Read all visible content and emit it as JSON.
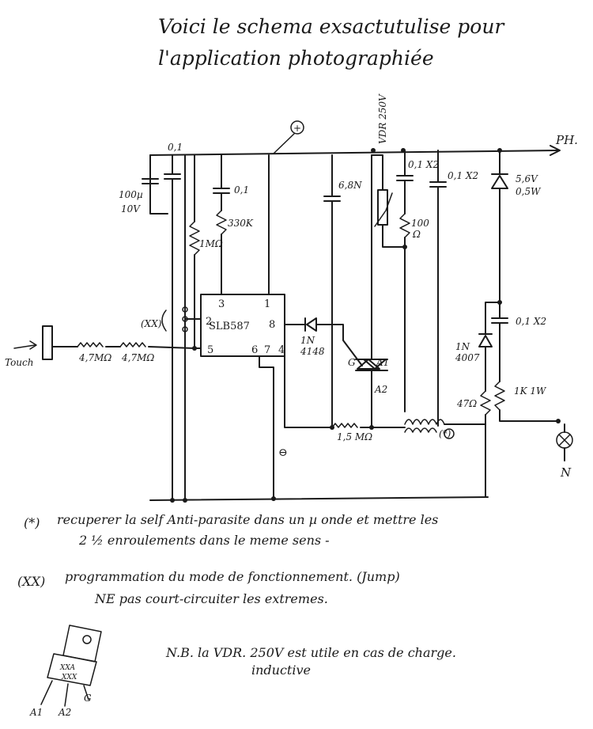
{
  "title": {
    "line1": "Voici le schema exsactutulise pour",
    "line2": "l'application photographiée"
  },
  "labels": {
    "plus_symbol": "+",
    "minus_symbol": "⊖",
    "ph": "PH.",
    "n": "N",
    "touch": "Touch",
    "vdr": "VDR 250V",
    "c_01_top": "0,1",
    "c_100u": "100µ",
    "c_10v": "10V",
    "r_1m": "1MΩ",
    "c_01_rc": "0,1",
    "r_330k": "330K",
    "c_6n8": "6,8N",
    "c_01x2_a": "0,1 X2",
    "r_100": "100",
    "r_100_unit": "Ω",
    "c_01x2_b": "0,1 X2",
    "z_56v": "5,6V",
    "z_05w": "0,5W",
    "c_01x2_c": "0,1 X2",
    "d_1n4007_a": "1N",
    "d_1n4007_b": "4007",
    "r_1k": "1K 1W",
    "r_47": "47Ω",
    "d_1n4148_a": "1N",
    "d_1n4148_b": "4148",
    "xx": "(XX)",
    "r_47m_a": "4,7MΩ",
    "r_47m_b": "4,7MΩ",
    "r_15m": "1,5 MΩ",
    "star": "(*)",
    "g": "G",
    "a1": "A1",
    "a2": "A2",
    "pkg_a1": "A1",
    "pkg_a2": "A2",
    "pkg_g": "G",
    "pkg_xxa": "XXA",
    "pkg_xxx": "XXX"
  },
  "ic": {
    "name": "SLB587",
    "pin1": "1",
    "pin2": "2",
    "pin3": "3",
    "pin4": "4",
    "pin5": "5",
    "pin6": "6",
    "pin7": "7",
    "pin8": "8"
  },
  "notes": {
    "star_mark": "(*)",
    "star_line1": "recuperer la self Anti-parasite dans un µ onde et mettre les",
    "star_line2": "2 ½ enroulements dans le meme sens -",
    "xx_mark": "(XX)",
    "xx_line1": "programmation du mode de fonctionnement. (Jump)",
    "xx_line2": "NE pas court-circuiter les extremes.",
    "nb_line1": "N.B. la VDR. 250V est utile en cas de charge.",
    "nb_line2": "inductive"
  }
}
